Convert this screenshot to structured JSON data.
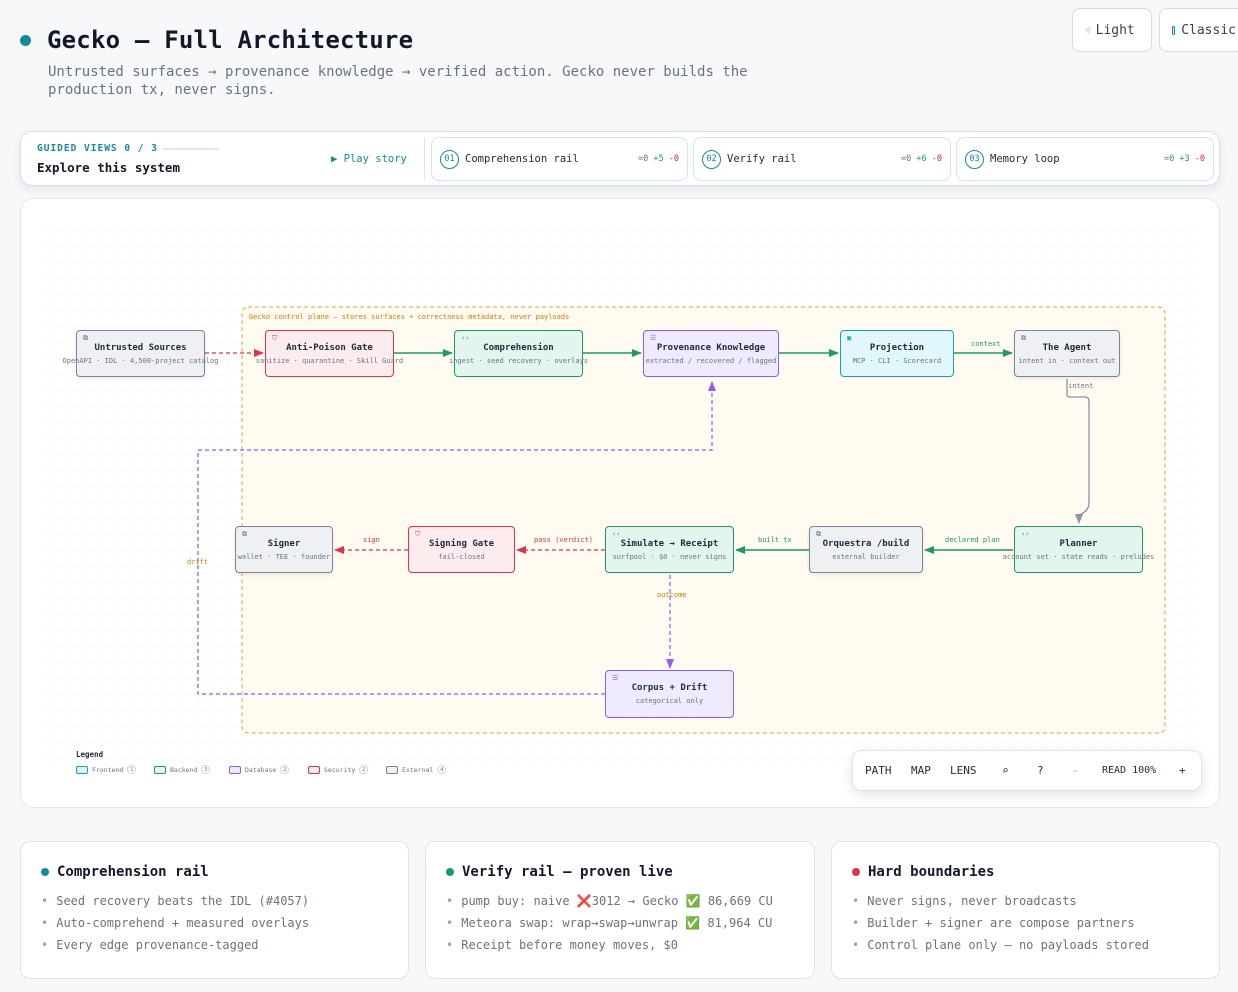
{
  "header": {
    "title": "Gecko — Full Architecture",
    "subtitle": "Untrusted surfaces → provenance knowledge → verified action. Gecko never builds the production tx, never signs.",
    "theme_button": "Light",
    "style_button": "Classic",
    "accent_color": "#138a9c"
  },
  "guided": {
    "label": "GUIDED VIEWS  0 / 3",
    "explore": "Explore this system",
    "play": "▶ Play story",
    "rails": [
      {
        "num": "01",
        "name": "Comprehension rail",
        "eq": "=0",
        "plus": "+5",
        "minus": "-0"
      },
      {
        "num": "02",
        "name": "Verify rail",
        "eq": "=0",
        "plus": "+6",
        "minus": "-0"
      },
      {
        "num": "03",
        "name": "Memory loop",
        "eq": "=0",
        "plus": "+3",
        "minus": "-0"
      }
    ]
  },
  "diagram": {
    "control_plane_label": "Gecko control plane — stores surfaces + correctness metadata, never payloads",
    "nodes": {
      "untrusted": {
        "title": "Untrusted Sources",
        "sub": "OpenAPI · IDL · 4,500-project catalog",
        "kind": "external",
        "icon": "external-icon"
      },
      "antipoison": {
        "title": "Anti-Poison Gate",
        "sub": "sanitize · quarantine · Skill Guard",
        "kind": "security",
        "icon": "shield-icon"
      },
      "comprehension": {
        "title": "Comprehension",
        "sub": "ingest · seed recovery · overlays",
        "kind": "backend",
        "icon": "code-icon"
      },
      "provenance": {
        "title": "Provenance Knowledge",
        "sub": "extracted / recovered / flagged",
        "kind": "database",
        "icon": "database-icon"
      },
      "projection": {
        "title": "Projection",
        "sub": "MCP · CLI · Scorecard",
        "kind": "frontend",
        "icon": "window-icon"
      },
      "agent": {
        "title": "The Agent",
        "sub": "intent in · context out",
        "kind": "external",
        "icon": "external-icon"
      },
      "planner": {
        "title": "Planner",
        "sub": "account set · state reads · preludes",
        "kind": "backend",
        "icon": "code-icon"
      },
      "orquestra": {
        "title": "Orquestra /build",
        "sub": "external builder",
        "kind": "external",
        "icon": "external-icon"
      },
      "simulate": {
        "title": "Simulate → Receipt",
        "sub": "surfpool · $0 · never signs",
        "kind": "backend",
        "icon": "code-icon"
      },
      "signinggate": {
        "title": "Signing Gate",
        "sub": "fail-closed",
        "kind": "security",
        "icon": "shield-icon"
      },
      "signer": {
        "title": "Signer",
        "sub": "wallet · TEE · founder",
        "kind": "external",
        "icon": "external-icon"
      },
      "corpus": {
        "title": "Corpus + Drift",
        "sub": "categorical only",
        "kind": "database",
        "icon": "database-icon"
      }
    },
    "edge_labels": {
      "context": "context",
      "intent": "intent",
      "declared_plan": "declared plan",
      "built_tx": "built tx",
      "pass_verdict": "pass (verdict)",
      "sign": "sign",
      "outcome": "outcome",
      "drift": "drift"
    },
    "colors": {
      "security": "#e0334a",
      "backend": "#1b9968",
      "database": "#8b5cf6",
      "frontend": "#1a9fb6",
      "external": "#7a8496",
      "control_plane": "#d9a441"
    },
    "legend": {
      "title": "Legend",
      "items": [
        {
          "label": "Frontend",
          "count": "1"
        },
        {
          "label": "Backend",
          "count": "3"
        },
        {
          "label": "Database",
          "count": "2"
        },
        {
          "label": "Security",
          "count": "2"
        },
        {
          "label": "External",
          "count": "4"
        }
      ]
    }
  },
  "toolbar": {
    "path": "PATH",
    "map": "MAP",
    "lens": "LENS",
    "search": "⌕",
    "help": "?",
    "minus": "-",
    "read": "READ 100%",
    "plus": "+"
  },
  "cards": [
    {
      "title": "Comprehension rail",
      "dot_color": "#138a9c",
      "items": [
        "Seed recovery beats the IDL (#4057)",
        "Auto-comprehend + measured overlays",
        "Every edge provenance-tagged"
      ]
    },
    {
      "title": "Verify rail — proven live",
      "dot_color": "#1b9968",
      "items": [
        "pump buy: naive ❌3012 → Gecko ✅ 86,669 CU",
        "Meteora swap: wrap→swap→unwrap ✅ 81,964 CU",
        "Receipt before money moves, $0"
      ]
    },
    {
      "title": "Hard boundaries",
      "dot_color": "#e0334a",
      "items": [
        "Never signs, never broadcasts",
        "Builder + signer are compose partners",
        "Control plane only — no payloads stored"
      ]
    }
  ]
}
